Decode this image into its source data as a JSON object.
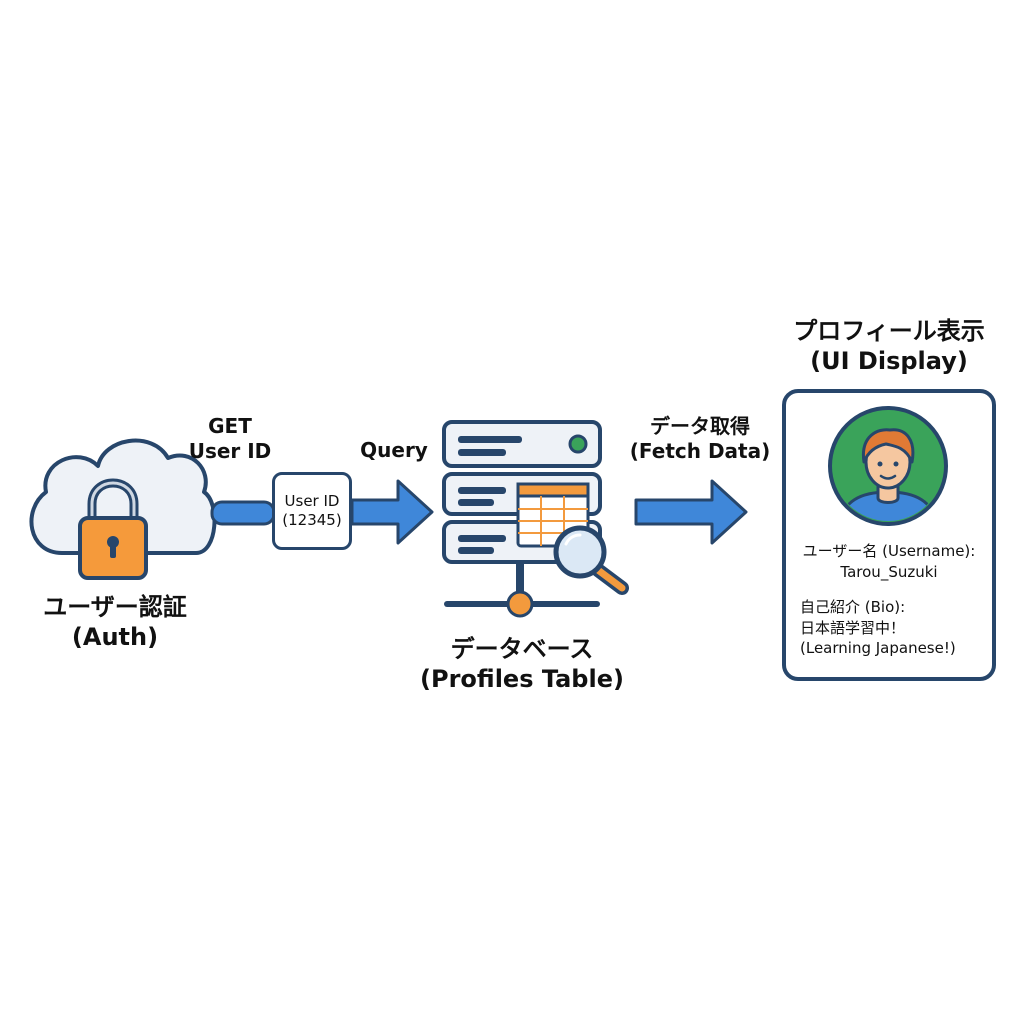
{
  "auth": {
    "icon": "cloud-lock-icon",
    "label_ja": "ユーザー認証",
    "label_en": "(Auth)"
  },
  "get_step": {
    "line1": "GET",
    "line2": "User ID"
  },
  "user_id_box": {
    "line1": "User ID",
    "line2": "(12345)"
  },
  "query_step": {
    "label": "Query"
  },
  "database": {
    "icon": "database-server-icon",
    "label_ja": "データベース",
    "label_en": "(Profiles Table)"
  },
  "fetch_step": {
    "label_ja": "データ取得",
    "label_en": "(Fetch Data)"
  },
  "profile_display": {
    "title_ja": "プロフィール表示",
    "title_en": "(UI Display)",
    "avatar_icon": "user-avatar-icon",
    "username_label": "ユーザー名 (Username):",
    "username_value": "Tarou_Suzuki",
    "bio_label": "自己紹介 (Bio):",
    "bio_value_ja": "日本語学習中！",
    "bio_value_en": "(Learning Japanese!)"
  },
  "colors": {
    "outline": "#27466b",
    "arrow_blue": "#3f87d9",
    "lock_orange": "#f59a3b",
    "avatar_green": "#3aa35a",
    "table_orange": "#f39a3d",
    "cloud_fill": "#eef2f7"
  }
}
